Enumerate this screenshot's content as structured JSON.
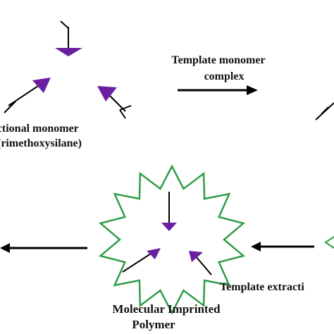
{
  "labels": {
    "functional_monomer_line1": "unctional monomer",
    "functional_monomer_line2": "(rimethoxysilane)",
    "template_monomer_complex_line1": "Template monomer",
    "template_monomer_complex_line2": "complex",
    "template_extraction": "Template extracti",
    "mip_line1": "Molecular Imprinted",
    "mip_line2": "Polymer"
  },
  "colors": {
    "monomer_head": "#6a1fa0",
    "polymer_outline": "#2e9d46",
    "arrow": "#000000",
    "text": "#111111"
  },
  "icons": {
    "monomer": "purple-triangle-with-forked-tail",
    "polymer": "green-star-cavity"
  }
}
